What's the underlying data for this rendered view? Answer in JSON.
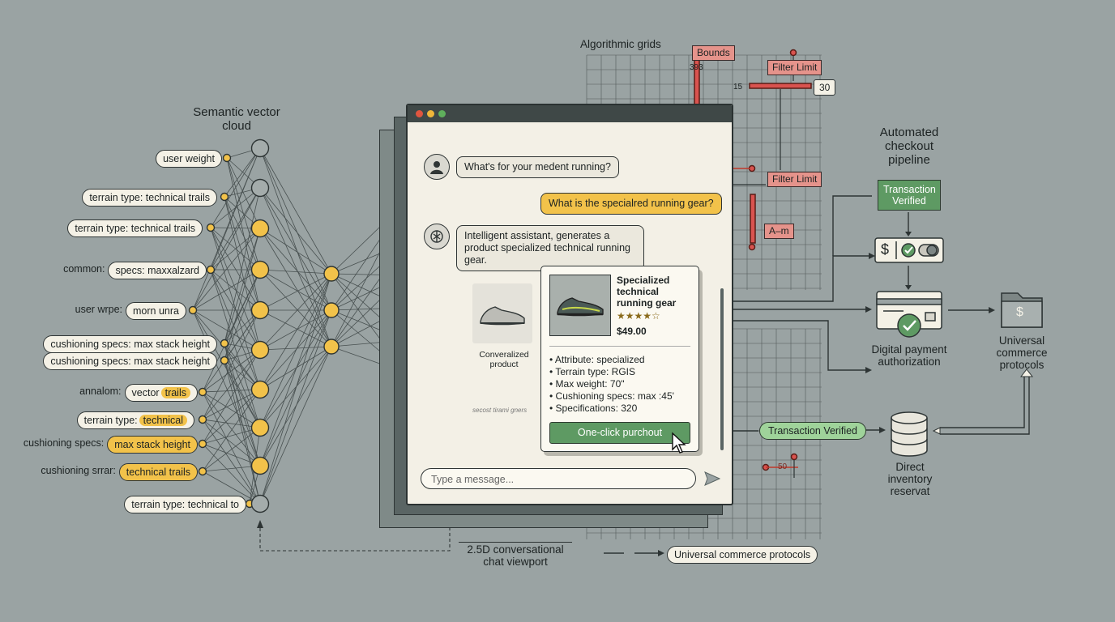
{
  "titles": {
    "vector_cloud": "Semantic vector cloud",
    "algorithmic_grids": "Algorithmic grids",
    "checkout_pipeline": "Automated checkout pipeline",
    "chat_viewport": "2.5D conversational chat viewport"
  },
  "attributes": [
    {
      "prefix": "",
      "text": "user weight",
      "highlight": ""
    },
    {
      "prefix": "",
      "text": "terrain type: technical trails",
      "highlight": ""
    },
    {
      "prefix": "",
      "text": "terrain type: technical trails",
      "highlight": ""
    },
    {
      "prefix": "common:",
      "text": "specs: maxxalzard",
      "highlight": ""
    },
    {
      "prefix": "user wrpe:",
      "text": "morn unra",
      "highlight": ""
    },
    {
      "prefix": "",
      "text": "cushioning specs: max stack height",
      "highlight": ""
    },
    {
      "prefix": "",
      "text": "cushioning specs: max stack height",
      "highlight": ""
    },
    {
      "prefix": "annalom:",
      "text": "vector",
      "highlight": "trails"
    },
    {
      "prefix": "",
      "text": "terrain type:",
      "highlight": "technical"
    },
    {
      "prefix": "cushioning specs:",
      "text": "",
      "highlight": "max stack height"
    },
    {
      "prefix": "cushioning srrar:",
      "text": "",
      "highlight": "technical trails"
    },
    {
      "prefix": "",
      "text": "terrain type: technical to",
      "highlight": ""
    }
  ],
  "grid": {
    "bounds": "Bounds",
    "bounds_value": "393",
    "filter_limit_1": "Filter Limit",
    "limit_left_value": "15",
    "limit_value": "30",
    "filter_limit_2": "Filter Limit",
    "range_tag": "A–m",
    "small_value": "50"
  },
  "chat": {
    "user_q1": "What's for your medent running?",
    "user_q2": "What is the specialred running gear?",
    "assistant_msg": "Intelligent assistant, generates a product specialized technical running gear.",
    "ghost_card_label": "Converalized product",
    "ghost_card_foot": "secost tirami gners",
    "product_title": "Specialized technical running gear",
    "product_stars": "★★★★☆",
    "product_price": "$49.00",
    "product_specs": [
      "• Attribute: specialized",
      "• Terrain type: RGIS",
      "• Max weight: 70\"",
      "• Cushioning specs: max :45'",
      "• Specifications: 320"
    ],
    "buy_button": "One-click purchout",
    "input_placeholder": "Type a message..."
  },
  "pipeline": {
    "transaction_verified_box": "Transaction Verified",
    "digital_payment": "Digital payment authorization",
    "universal_protocols": "Universal commerce protocols",
    "transaction_verified_pill": "Transaction Verified",
    "direct_inventory": "Direct inventory reservat",
    "bottom_protocols": "Universal commerce protocols",
    "dollar": "$",
    "folder_dollar": "$"
  },
  "colors": {
    "background": "#9aa3a3",
    "node_yellow": "#f2c24a",
    "alert_red": "#d9534f",
    "verified_green": "#5e9a63",
    "panel_cream": "#f3f0e6"
  }
}
